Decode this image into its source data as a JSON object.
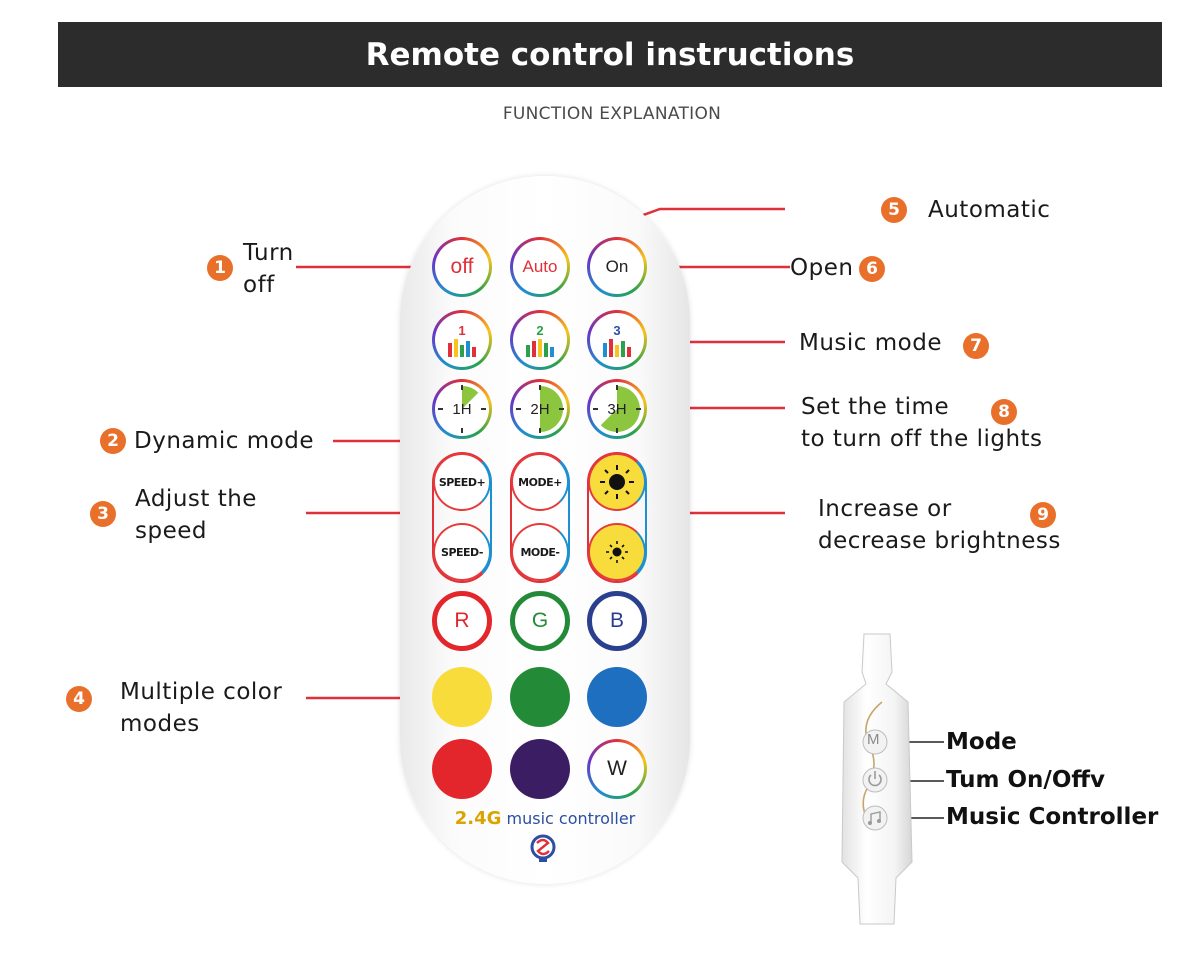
{
  "header": {
    "title": "Remote control instructions",
    "subtitle": "FUNCTION EXPLANATION"
  },
  "callouts": [
    {
      "number": "1",
      "line1": "Turn",
      "line2": "off"
    },
    {
      "number": "2",
      "line1": "Dynamic mode"
    },
    {
      "number": "3",
      "line1": "Adjust the",
      "line2": "speed"
    },
    {
      "number": "4",
      "line1": "Multiple color",
      "line2": "modes"
    },
    {
      "number": "5",
      "line1": "Automatic"
    },
    {
      "number": "6",
      "line1": "Open"
    },
    {
      "number": "7",
      "line1": "Music mode"
    },
    {
      "number": "8",
      "line1": "Set the time",
      "line2": "to turn off the lights"
    },
    {
      "number": "9",
      "line1": "Increase or",
      "line2": "decrease brightness"
    }
  ],
  "remote": {
    "row1": [
      "off",
      "Auto",
      "On"
    ],
    "row2": [
      "1",
      "2",
      "3"
    ],
    "row3": [
      "1H",
      "2H",
      "3H"
    ],
    "speed": [
      "SPEED+",
      "SPEED-"
    ],
    "mode": [
      "MODE+",
      "MODE-"
    ],
    "rgb": [
      "R",
      "G",
      "B"
    ],
    "white": "W",
    "brand_big": "2.4G",
    "brand_small": "music controller"
  },
  "controller": {
    "button_m": "M",
    "labels": [
      "Mode",
      "Tum On/Offv",
      "Music Controller"
    ]
  },
  "colors": {
    "accent": "#e8702a",
    "line": "#e0303a",
    "banner": "#2c2c2c",
    "yellow": "#f7dc3c",
    "green": "#238b37",
    "blue": "#1e6fc0",
    "red": "#e3262b",
    "purple": "#3a1d63"
  }
}
